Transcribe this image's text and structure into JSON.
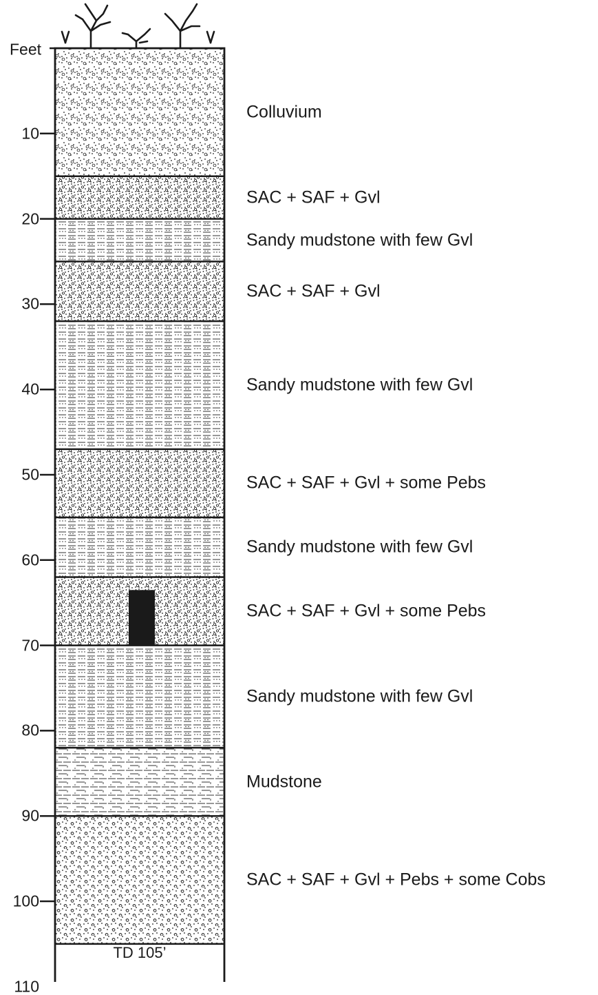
{
  "axis": {
    "unit_label": "Feet",
    "ticks": [
      "10",
      "20",
      "30",
      "40",
      "50",
      "60",
      "70",
      "80",
      "90",
      "100",
      "110"
    ]
  },
  "layers": [
    {
      "top_ft": 0,
      "bottom_ft": 15,
      "pattern": "colluvium",
      "label": "Colluvium"
    },
    {
      "top_ft": 15,
      "bottom_ft": 20,
      "pattern": "sand-gravel",
      "label": "SAC + SAF + Gvl"
    },
    {
      "top_ft": 20,
      "bottom_ft": 25,
      "pattern": "sandy-mudstone",
      "label": "Sandy mudstone with few Gvl"
    },
    {
      "top_ft": 25,
      "bottom_ft": 32,
      "pattern": "sand-gravel",
      "label": "SAC + SAF + Gvl"
    },
    {
      "top_ft": 32,
      "bottom_ft": 47,
      "pattern": "sandy-mudstone",
      "label": "Sandy mudstone with few Gvl"
    },
    {
      "top_ft": 47,
      "bottom_ft": 55,
      "pattern": "sand-gravel",
      "label": "SAC + SAF + Gvl + some Pebs"
    },
    {
      "top_ft": 55,
      "bottom_ft": 62,
      "pattern": "sandy-mudstone",
      "label": "Sandy mudstone with few Gvl"
    },
    {
      "top_ft": 62,
      "bottom_ft": 70,
      "pattern": "sand-gravel",
      "label": "SAC + SAF + Gvl + some Pebs"
    },
    {
      "top_ft": 70,
      "bottom_ft": 82,
      "pattern": "sandy-mudstone",
      "label": "Sandy mudstone with few Gvl"
    },
    {
      "top_ft": 82,
      "bottom_ft": 90,
      "pattern": "mudstone",
      "label": "Mudstone"
    },
    {
      "top_ft": 90,
      "bottom_ft": 105,
      "pattern": "pebbles-cobbles",
      "label": "SAC + SAF + Gvl + Pebs + some Cobs"
    },
    {
      "top_ft": 105,
      "bottom_ft": 110,
      "pattern": "none",
      "label": ""
    }
  ],
  "total_depth_label": "TD 105’",
  "sample_interval": {
    "top_ft": 64,
    "bottom_ft": 70
  },
  "colors": {
    "ink": "#1a1a1a",
    "background": "#ffffff"
  }
}
